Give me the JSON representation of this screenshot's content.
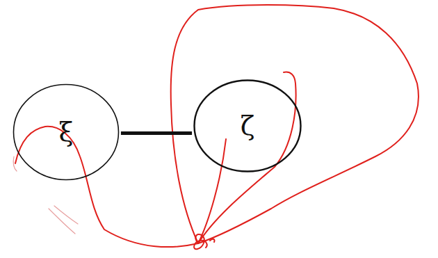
{
  "diagram": {
    "nodes": [
      {
        "text": [
          "ξ"
        ]
      },
      {
        "text": [
          "ζ"
        ]
      }
    ],
    "edges": [
      {
        "from": 0,
        "to": 1,
        "arrow": "none"
      }
    ]
  }
}
